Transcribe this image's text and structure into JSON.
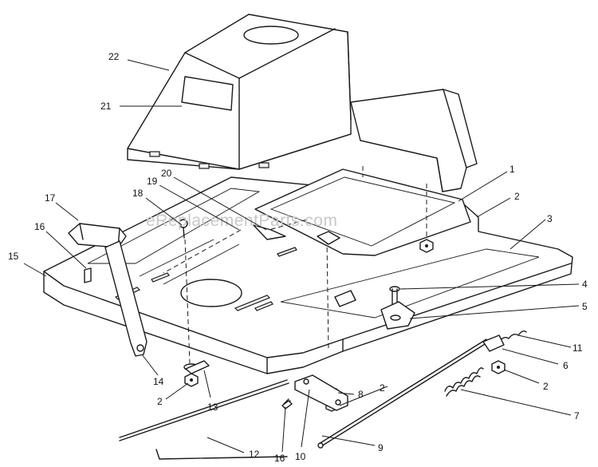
{
  "watermark": "eReplacementParts.com",
  "callouts": {
    "p1": "1",
    "p2a": "2",
    "p3": "3",
    "p4": "4",
    "p5": "5",
    "p6": "6",
    "p11": "11",
    "p2b": "2",
    "p7": "7",
    "p2c": "2",
    "p8": "8",
    "p9": "9",
    "p10": "10",
    "p16b": "16",
    "p12": "12",
    "p13": "13",
    "p2d": "2",
    "p14": "14",
    "p15": "15",
    "p16a": "16",
    "p17": "17",
    "p18": "18",
    "p19": "19",
    "p20": "20",
    "p21": "21",
    "p22": "22"
  }
}
